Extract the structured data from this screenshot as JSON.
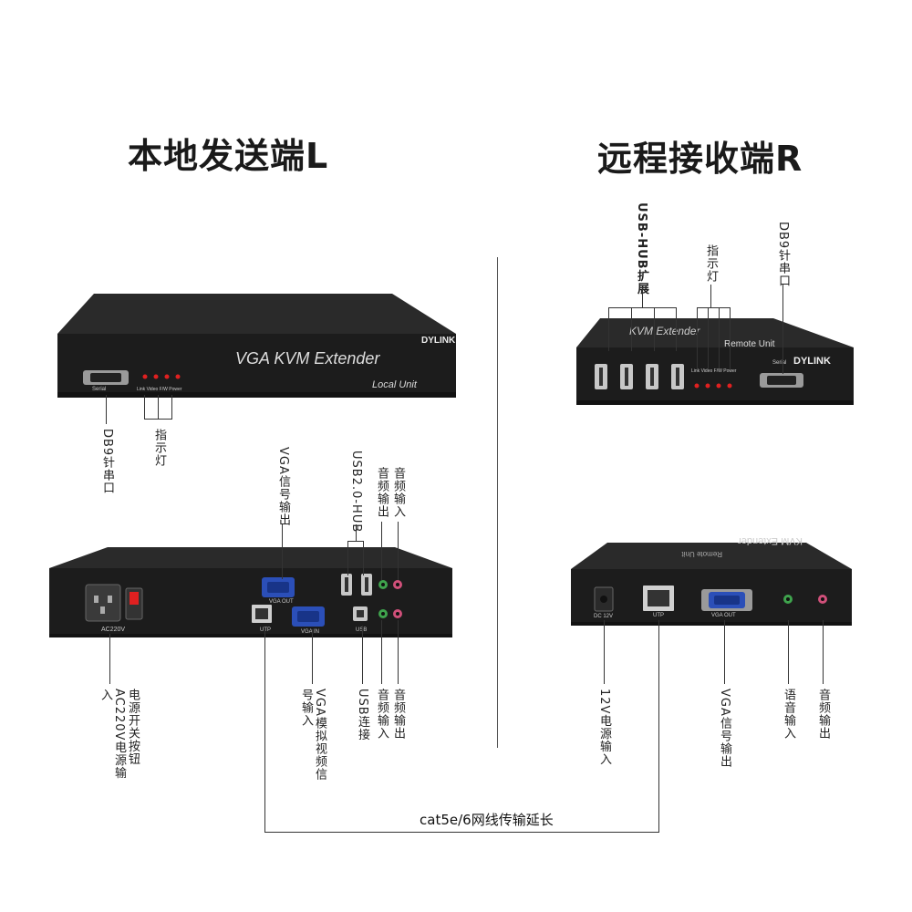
{
  "titles": {
    "local": "本地发送端L",
    "remote": "远程接收端R"
  },
  "local_front": {
    "product_name": "VGA KVM Extender",
    "brand": "DYLINK",
    "unit_name": "Local Unit",
    "serial_label": "Serial",
    "led_labels": [
      "Link",
      "Video",
      "F/W",
      "Power"
    ],
    "callouts": {
      "db9": "DB9针串口",
      "indicator": "指示灯"
    }
  },
  "remote_front": {
    "product_name": "KVM Extender",
    "brand": "DYLINK",
    "unit_name": "Remote Unit",
    "serial_label": "Serial",
    "led_labels": [
      "Link",
      "Video",
      "F/W",
      "Power"
    ],
    "callouts": {
      "usb_hub": "USB-HUB扩展",
      "indicator": "指示灯",
      "db9": "DB9针串口"
    }
  },
  "local_back": {
    "port_labels": {
      "ac": "AC220V",
      "vga_out": "VGA OUT",
      "vga_in": "VGA IN",
      "utp": "UTP",
      "usb": "USB"
    },
    "callouts_top": {
      "vga_out": "VGA信号输出",
      "usb_hub": "USB2.0-HUB",
      "audio_out": "音频输出",
      "audio_in": "音频输入"
    },
    "callouts_bottom": {
      "power": "电源开关按钮AC220V电源输入",
      "vga_in": "VGA模拟视频信号输入",
      "usb": "USB连接",
      "audio_in": "音频输入",
      "audio_out": "音频输出"
    }
  },
  "remote_back": {
    "product_name": "KVM Extender",
    "unit_name": "Remote Unit",
    "port_labels": {
      "dc": "DC 12V",
      "utp": "UTP",
      "vga_out": "VGA OUT"
    },
    "callouts_bottom": {
      "dc": "12V电源输入",
      "vga_out": "VGA信号输出",
      "voice_in": "语音输入",
      "audio_out": "音频输出"
    }
  },
  "cable_caption": "cat5e/6网线传输延长",
  "colors": {
    "device_body": "#1c1c1c",
    "device_top": "#2b2b2b",
    "vga_blue": "#2b4fb8",
    "led_red": "#e02020",
    "audio_green": "#3fa34d",
    "audio_pink": "#d0507a"
  }
}
